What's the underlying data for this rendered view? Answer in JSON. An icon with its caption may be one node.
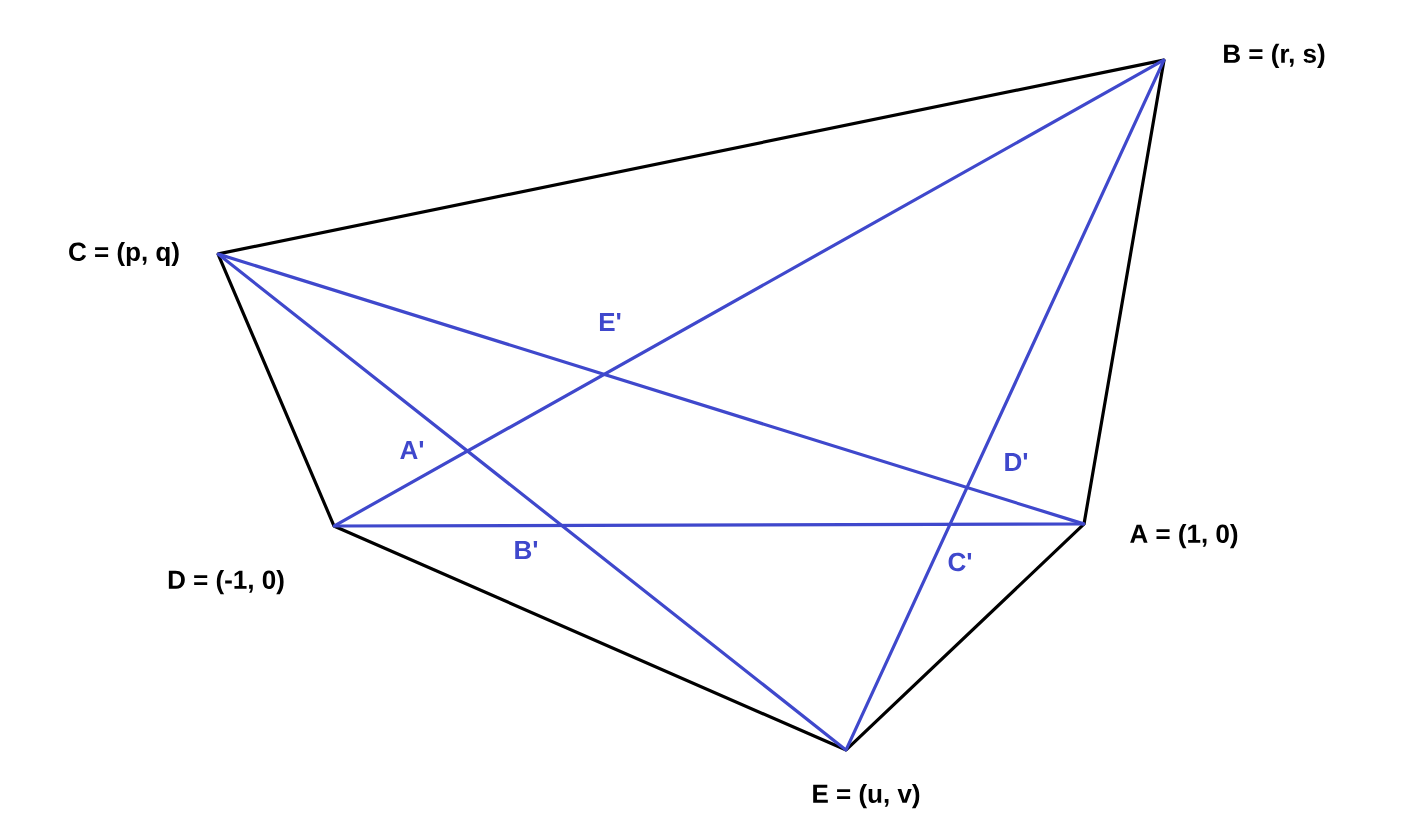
{
  "diagram": {
    "nodes": [
      {
        "text": [],
        "shape": "point",
        "beside": [
          "A = (1, 0)"
        ]
      },
      {
        "text": [],
        "shape": "point",
        "beside": [
          "B = (r, s)"
        ]
      },
      {
        "text": [],
        "shape": "point",
        "beside": [
          "C = (p, q)"
        ]
      },
      {
        "text": [],
        "shape": "point",
        "beside": [
          "D = (-1, 0)"
        ]
      },
      {
        "text": [],
        "shape": "point",
        "beside": [
          "E = (u, v)"
        ]
      }
    ],
    "edges": [
      {
        "from": 2,
        "to": 1,
        "arrow": "none",
        "color": "#000000"
      },
      {
        "from": 1,
        "to": 0,
        "arrow": "none",
        "color": "#000000"
      },
      {
        "from": 0,
        "to": 4,
        "arrow": "none",
        "color": "#000000"
      },
      {
        "from": 4,
        "to": 3,
        "arrow": "none",
        "color": "#000000"
      },
      {
        "from": 3,
        "to": 2,
        "arrow": "none",
        "color": "#000000"
      },
      {
        "from": 2,
        "to": 0,
        "arrow": "none",
        "color": "#3f48cc"
      },
      {
        "from": 2,
        "to": 4,
        "arrow": "none",
        "color": "#3f48cc"
      },
      {
        "from": 3,
        "to": 1,
        "arrow": "none",
        "color": "#3f48cc"
      },
      {
        "from": 3,
        "to": 0,
        "arrow": "none",
        "color": "#3f48cc"
      },
      {
        "from": 4,
        "to": 1,
        "arrow": "none",
        "color": "#3f48cc"
      }
    ],
    "labels": [
      "E'",
      "A'",
      "D'",
      "B'",
      "C'"
    ]
  }
}
